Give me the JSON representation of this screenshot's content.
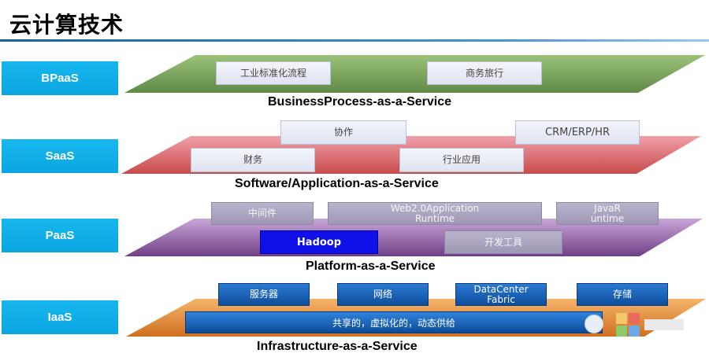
{
  "title": "云计算技术",
  "layers": {
    "bpaas": {
      "label": "BPaaS",
      "caption": "BusinessProcess-as-a-Service",
      "items": [
        "工业标准化流程",
        "商务旅行"
      ]
    },
    "saas": {
      "label": "SaaS",
      "caption": "Software/Application-as-a-Service",
      "items": [
        "协作",
        "CRM/ERP/HR",
        "财务",
        "行业应用"
      ]
    },
    "paas": {
      "label": "PaaS",
      "caption": "Platform-as-a-Service",
      "items": [
        "中间件",
        "Web2.0Application Runtime",
        "JavaR untime",
        "Hadoop",
        "开发工具"
      ]
    },
    "iaas": {
      "label": "IaaS",
      "caption": "Infrastructure-as-a-Service",
      "items": [
        "服务器",
        "网络",
        "DataCenter Fabric",
        "存储"
      ],
      "shared": "共享的，虚拟化的，动态供给"
    }
  },
  "colors": {
    "title_rule": "#1a5ea8",
    "side_box": "#0aa6e2",
    "bpaas_plane": "#7aa45a",
    "saas_plane": "#d86b6b",
    "paas_plane": "#8a5a9a",
    "iaas_plane": "#e08a3a",
    "hadoop": "#1010e8"
  }
}
